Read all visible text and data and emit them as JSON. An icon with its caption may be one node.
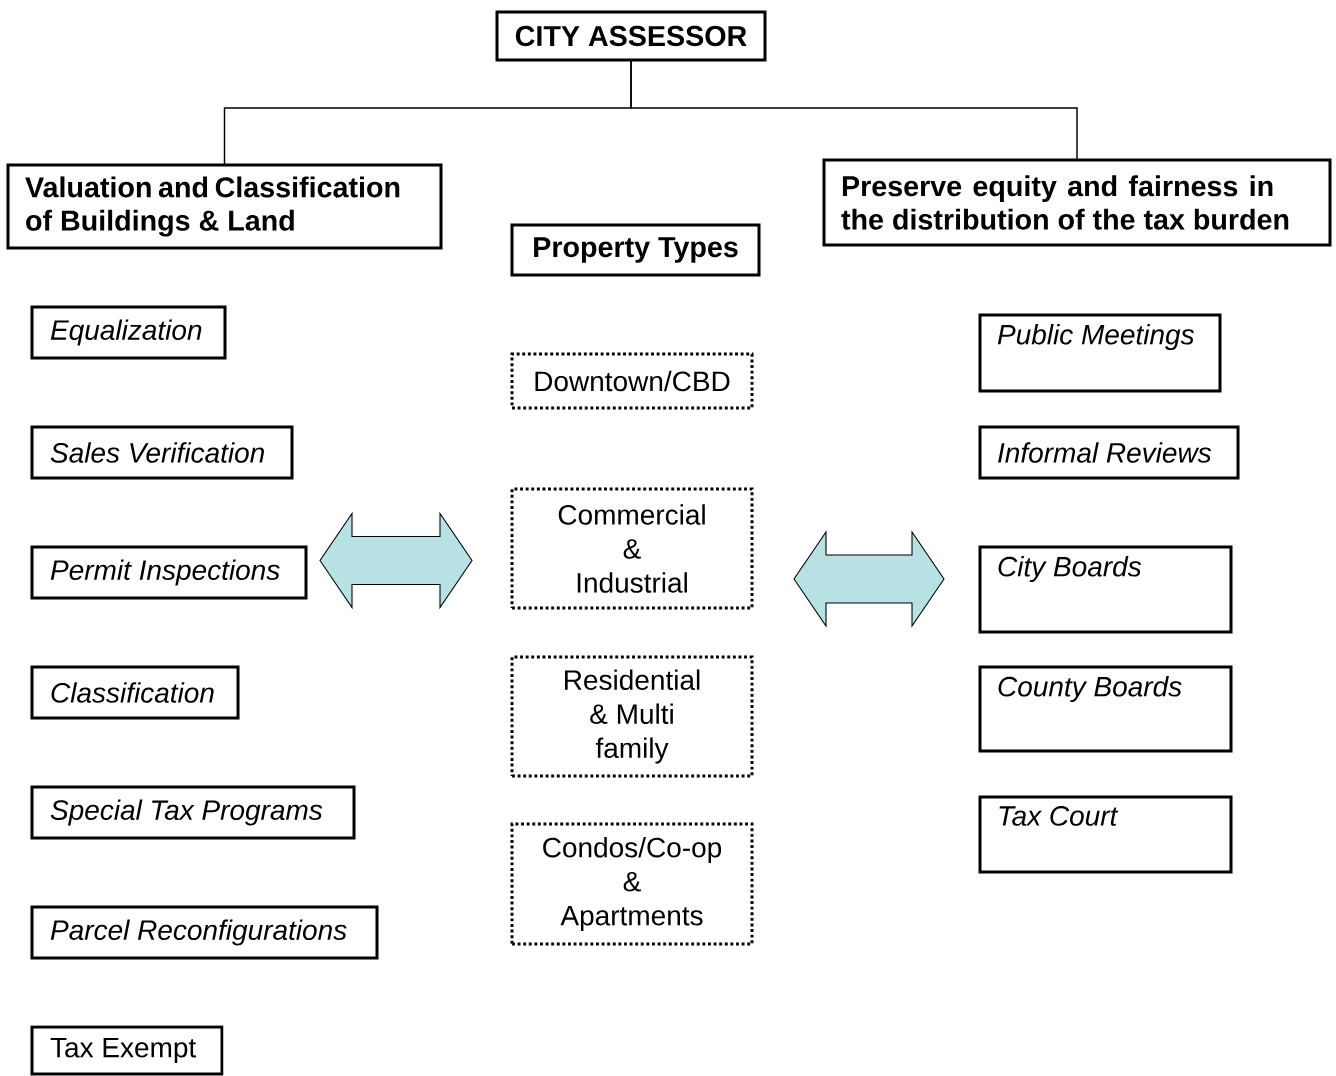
{
  "diagram": {
    "nodes": [
      {
        "text": [
          "CITY ASSESSOR"
        ]
      },
      {
        "text": [
          "Valuation and Classification of Buildings & Land"
        ]
      },
      {
        "text": [
          "Preserve equity and fairness in the distribution of the tax burden"
        ]
      },
      {
        "text": [
          "Property Types"
        ]
      },
      {
        "text": [
          "Equalization"
        ]
      },
      {
        "text": [
          "Sales Verification"
        ]
      },
      {
        "text": [
          "Permit Inspections"
        ]
      },
      {
        "text": [
          "Classification"
        ]
      },
      {
        "text": [
          "Special Tax Programs"
        ]
      },
      {
        "text": [
          "Parcel Reconfigurations"
        ]
      },
      {
        "text": [
          "Tax Exempt"
        ]
      },
      {
        "text": [
          "Downtown/CBD"
        ]
      },
      {
        "text": [
          "Commercial & Industrial"
        ]
      },
      {
        "text": [
          "Residential & Multi family"
        ]
      },
      {
        "text": [
          "Condos/Co-op & Apartments"
        ]
      },
      {
        "text": [
          "Public Meetings"
        ]
      },
      {
        "text": [
          "Informal Reviews"
        ]
      },
      {
        "text": [
          "City Boards"
        ]
      },
      {
        "text": [
          "County Boards"
        ]
      },
      {
        "text": [
          "Tax Court"
        ]
      }
    ],
    "edges": [
      {
        "from": 0,
        "to": 1,
        "arrow": "none"
      },
      {
        "from": 0,
        "to": 2,
        "arrow": "none"
      },
      {
        "from": 6,
        "to": 12,
        "arrow": "both",
        "style": "thick"
      },
      {
        "from": 12,
        "to": 17,
        "arrow": "both",
        "style": "thick"
      }
    ]
  }
}
